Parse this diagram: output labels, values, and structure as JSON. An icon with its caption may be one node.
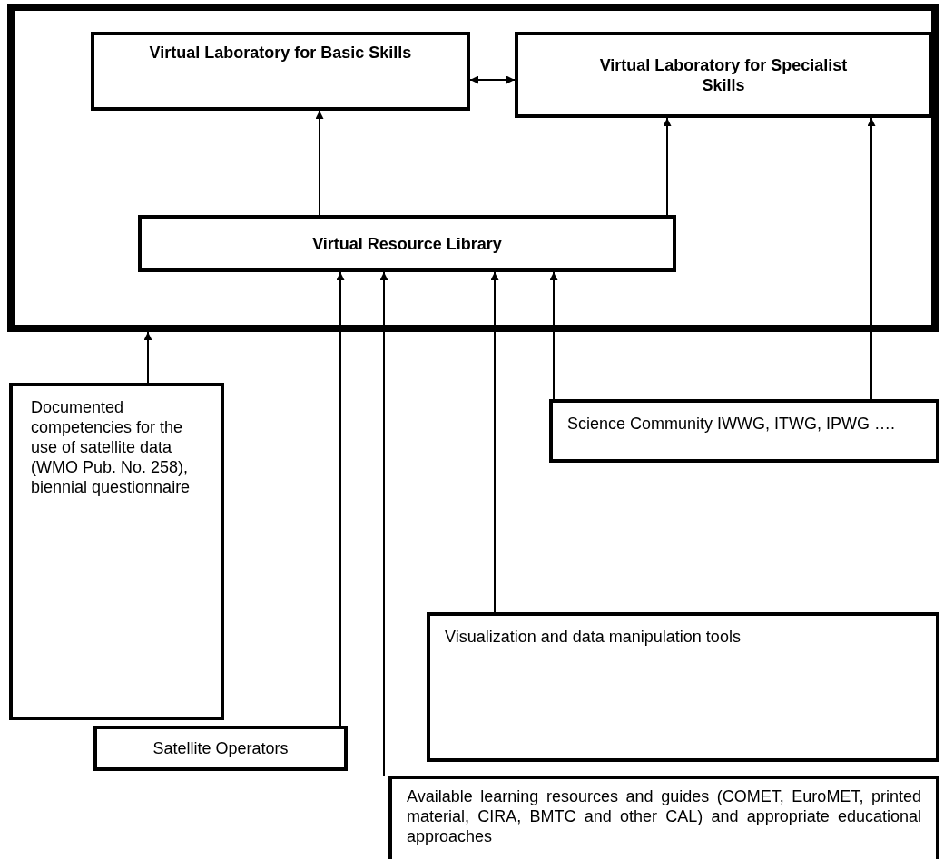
{
  "diagram": {
    "nodes": [
      {
        "text": [],
        "shape": "box"
      },
      {
        "text": [
          "Virtual Laboratory for Basic Skills"
        ],
        "in": 0
      },
      {
        "text": [
          "Virtual Laboratory for Specialist Skills"
        ],
        "in": 0
      },
      {
        "text": [
          "Virtual Resource Library"
        ],
        "in": 0
      },
      {
        "text": [
          "Documented competencies for the use of satellite data (WMO Pub. No. 258), biennial questionnaire"
        ]
      },
      {
        "text": [
          "Science Community IWWG, ITWG, IPWG …."
        ]
      },
      {
        "text": [
          "Visualization and data manipulation tools"
        ]
      },
      {
        "text": [
          "Satellite Operators"
        ]
      },
      {
        "text": [
          "Available learning resources and guides (COMET, EuroMET, printed material, CIRA, BMTC and other CAL) and appropriate educational approaches"
        ]
      }
    ],
    "edges": [
      {
        "from": 1,
        "to": 2,
        "arrow": "both"
      },
      {
        "from": 3,
        "to": 1,
        "arrow": "to"
      },
      {
        "from": 3,
        "to": 2,
        "arrow": "to"
      },
      {
        "from": 4,
        "to": 0,
        "arrow": "to"
      },
      {
        "from": 5,
        "to": 3,
        "arrow": "to"
      },
      {
        "from": 5,
        "to": 2,
        "arrow": "to"
      },
      {
        "from": 6,
        "to": 3,
        "arrow": "to"
      },
      {
        "from": 7,
        "to": 3,
        "arrow": "to"
      },
      {
        "from": 8,
        "to": 3,
        "arrow": "to"
      }
    ]
  }
}
